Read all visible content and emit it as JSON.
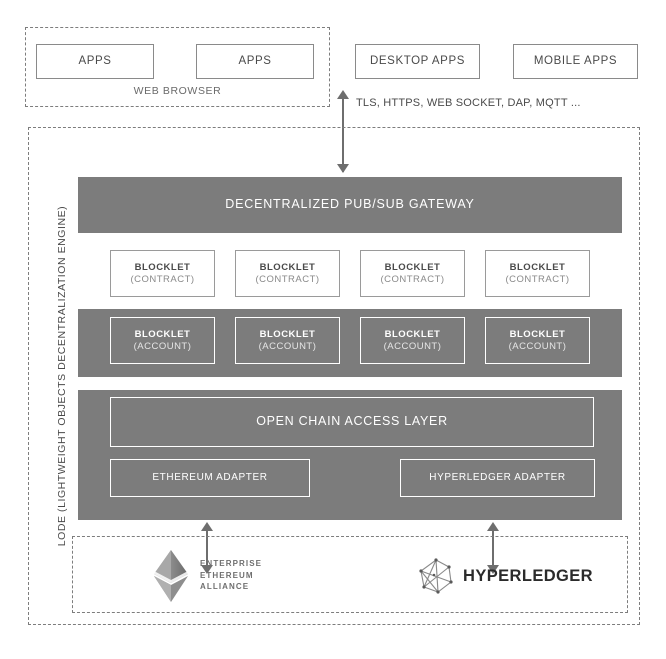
{
  "diagram": {
    "title": "LODE Decentralization Engine Architecture",
    "colors": {
      "band_gray": "#7c7c7c",
      "dashed_border": "#7d7d7d",
      "box_border": "#8a8a8a",
      "arrow": "#6e6e6e",
      "text_dark": "#4a4a4a",
      "text_white": "#ffffff"
    }
  },
  "client_layer": {
    "web_browser": {
      "label": "WEB BROWSER",
      "apps": [
        {
          "label": "APPS"
        },
        {
          "label": "APPS"
        }
      ]
    },
    "standalone_apps": [
      {
        "label": "DESKTOP APPS"
      },
      {
        "label": "MOBILE APPS"
      }
    ],
    "protocols_label": "TLS, HTTPS, WEB SOCKET, DAP, MQTT ..."
  },
  "engine": {
    "vertical_label": "LODE (LIGHTWEIGHT OBJECTS DECENTRALIZATION ENGINE)",
    "gateway": {
      "label": "DECENTRALIZED PUB/SUB GATEWAY"
    },
    "contract_blocklets": [
      {
        "line1": "BLOCKLET",
        "line2": "(CONTRACT)"
      },
      {
        "line1": "BLOCKLET",
        "line2": "(CONTRACT)"
      },
      {
        "line1": "BLOCKLET",
        "line2": "(CONTRACT)"
      },
      {
        "line1": "BLOCKLET",
        "line2": "(CONTRACT)"
      }
    ],
    "account_blocklets": [
      {
        "line1": "BLOCKLET",
        "line2": "(ACCOUNT)"
      },
      {
        "line1": "BLOCKLET",
        "line2": "(ACCOUNT)"
      },
      {
        "line1": "BLOCKLET",
        "line2": "(ACCOUNT)"
      },
      {
        "line1": "BLOCKLET",
        "line2": "(ACCOUNT)"
      }
    ],
    "access_layer": {
      "label": "OPEN CHAIN ACCESS LAYER"
    },
    "adapters": [
      {
        "label": "ETHEREUM ADAPTER"
      },
      {
        "label": "HYPERLEDGER ADAPTER"
      }
    ]
  },
  "blockchain_layer": {
    "networks": [
      {
        "name": "enterprise-ethereum-alliance",
        "logo_icon": "ethereum-diamond-icon",
        "text_lines": [
          "ENTERPRISE",
          "ETHEREUM",
          "ALLIANCE"
        ]
      },
      {
        "name": "hyperledger",
        "logo_icon": "hyperledger-polygon-icon",
        "text_lines": [
          "HYPERLEDGER"
        ]
      }
    ]
  }
}
